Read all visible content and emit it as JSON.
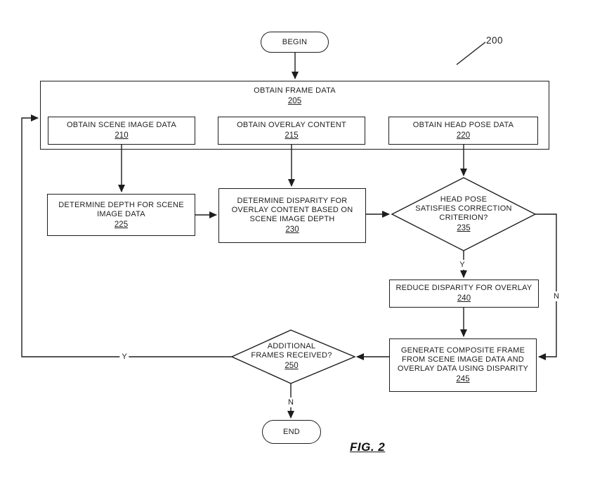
{
  "figure": {
    "caption": "FIG. 2",
    "reference_number": "200",
    "background_color": "#ffffff",
    "ink_color": "#1d1d1d"
  },
  "nodes": {
    "begin": {
      "label": "BEGIN"
    },
    "obtain_frame_data": {
      "label": "OBTAIN FRAME DATA",
      "ref": "205"
    },
    "obtain_scene_image_data": {
      "label": "OBTAIN SCENE IMAGE DATA",
      "ref": "210"
    },
    "obtain_overlay_content": {
      "label": "OBTAIN OVERLAY CONTENT",
      "ref": "215"
    },
    "obtain_head_pose_data": {
      "label": "OBTAIN HEAD POSE DATA",
      "ref": "220"
    },
    "determine_depth": {
      "label": "DETERMINE DEPTH FOR SCENE\nIMAGE DATA",
      "ref": "225"
    },
    "determine_disparity": {
      "label": "DETERMINE DISPARITY FOR\nOVERLAY CONTENT BASED ON\nSCENE IMAGE  DEPTH",
      "ref": "230"
    },
    "head_pose_decision": {
      "label": "HEAD POSE\nSATISFIES CORRECTION\nCRITERION?",
      "ref": "235"
    },
    "reduce_disparity": {
      "label": "REDUCE DISPARITY FOR OVERLAY",
      "ref": "240"
    },
    "generate_composite_frame": {
      "label": "GENERATE COMPOSITE FRAME\nFROM SCENE IMAGE DATA AND\nOVERLAY DATA USING DISPARITY",
      "ref": "245"
    },
    "additional_frames_decision": {
      "label": "ADDITIONAL\nFRAMES RECEIVED?",
      "ref": "250"
    },
    "end": {
      "label": "END"
    }
  },
  "edge_labels": {
    "head_pose_yes": "Y",
    "head_pose_no": "N",
    "additional_frames_yes": "Y",
    "additional_frames_no": "N"
  }
}
